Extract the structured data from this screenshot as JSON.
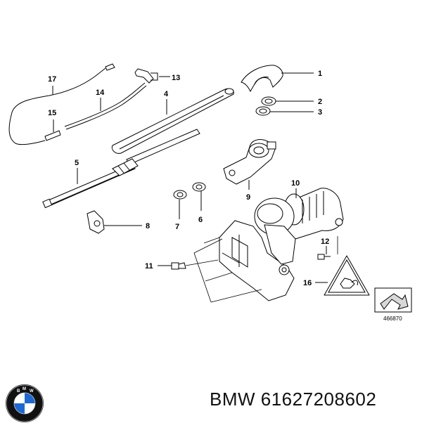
{
  "callouts": {
    "c1": "1",
    "c2": "2",
    "c3": "3",
    "c4": "4",
    "c5": "5",
    "c6": "6",
    "c7": "7",
    "c8": "8",
    "c9": "9",
    "c10": "10",
    "c11": "11",
    "c12": "12",
    "c13": "13",
    "c14": "14",
    "c15": "15",
    "c16": "16",
    "c17": "17"
  },
  "reference_number": "466870",
  "caption": "BMW 61627208602",
  "logo": {
    "letters": "BMW",
    "colors": {
      "blue": "#1c69d4",
      "black": "#111111"
    }
  }
}
